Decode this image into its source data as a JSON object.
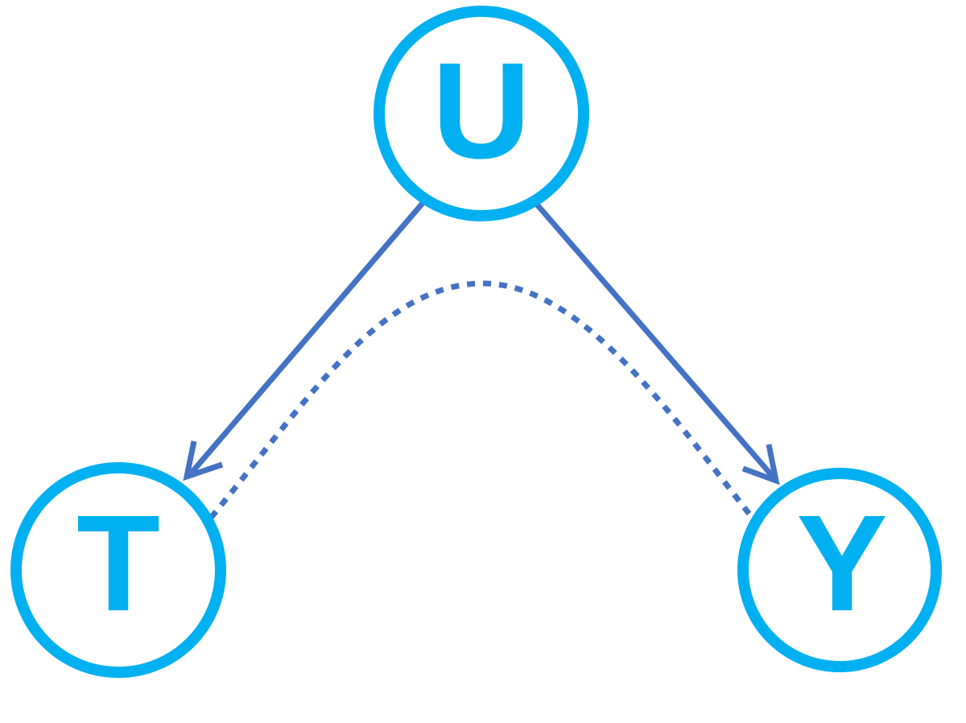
{
  "colors": {
    "node": "#00b0f0",
    "edge": "#4472c4",
    "background": "#ffffff"
  },
  "nodes": {
    "u": {
      "label": "U"
    },
    "t": {
      "label": "T"
    },
    "y": {
      "label": "Y"
    }
  },
  "edges": [
    {
      "from": "U",
      "to": "T",
      "style": "solid",
      "arrow": true
    },
    {
      "from": "U",
      "to": "Y",
      "style": "solid",
      "arrow": true
    },
    {
      "from": "T",
      "to": "Y",
      "style": "dotted",
      "arrow": false
    }
  ]
}
